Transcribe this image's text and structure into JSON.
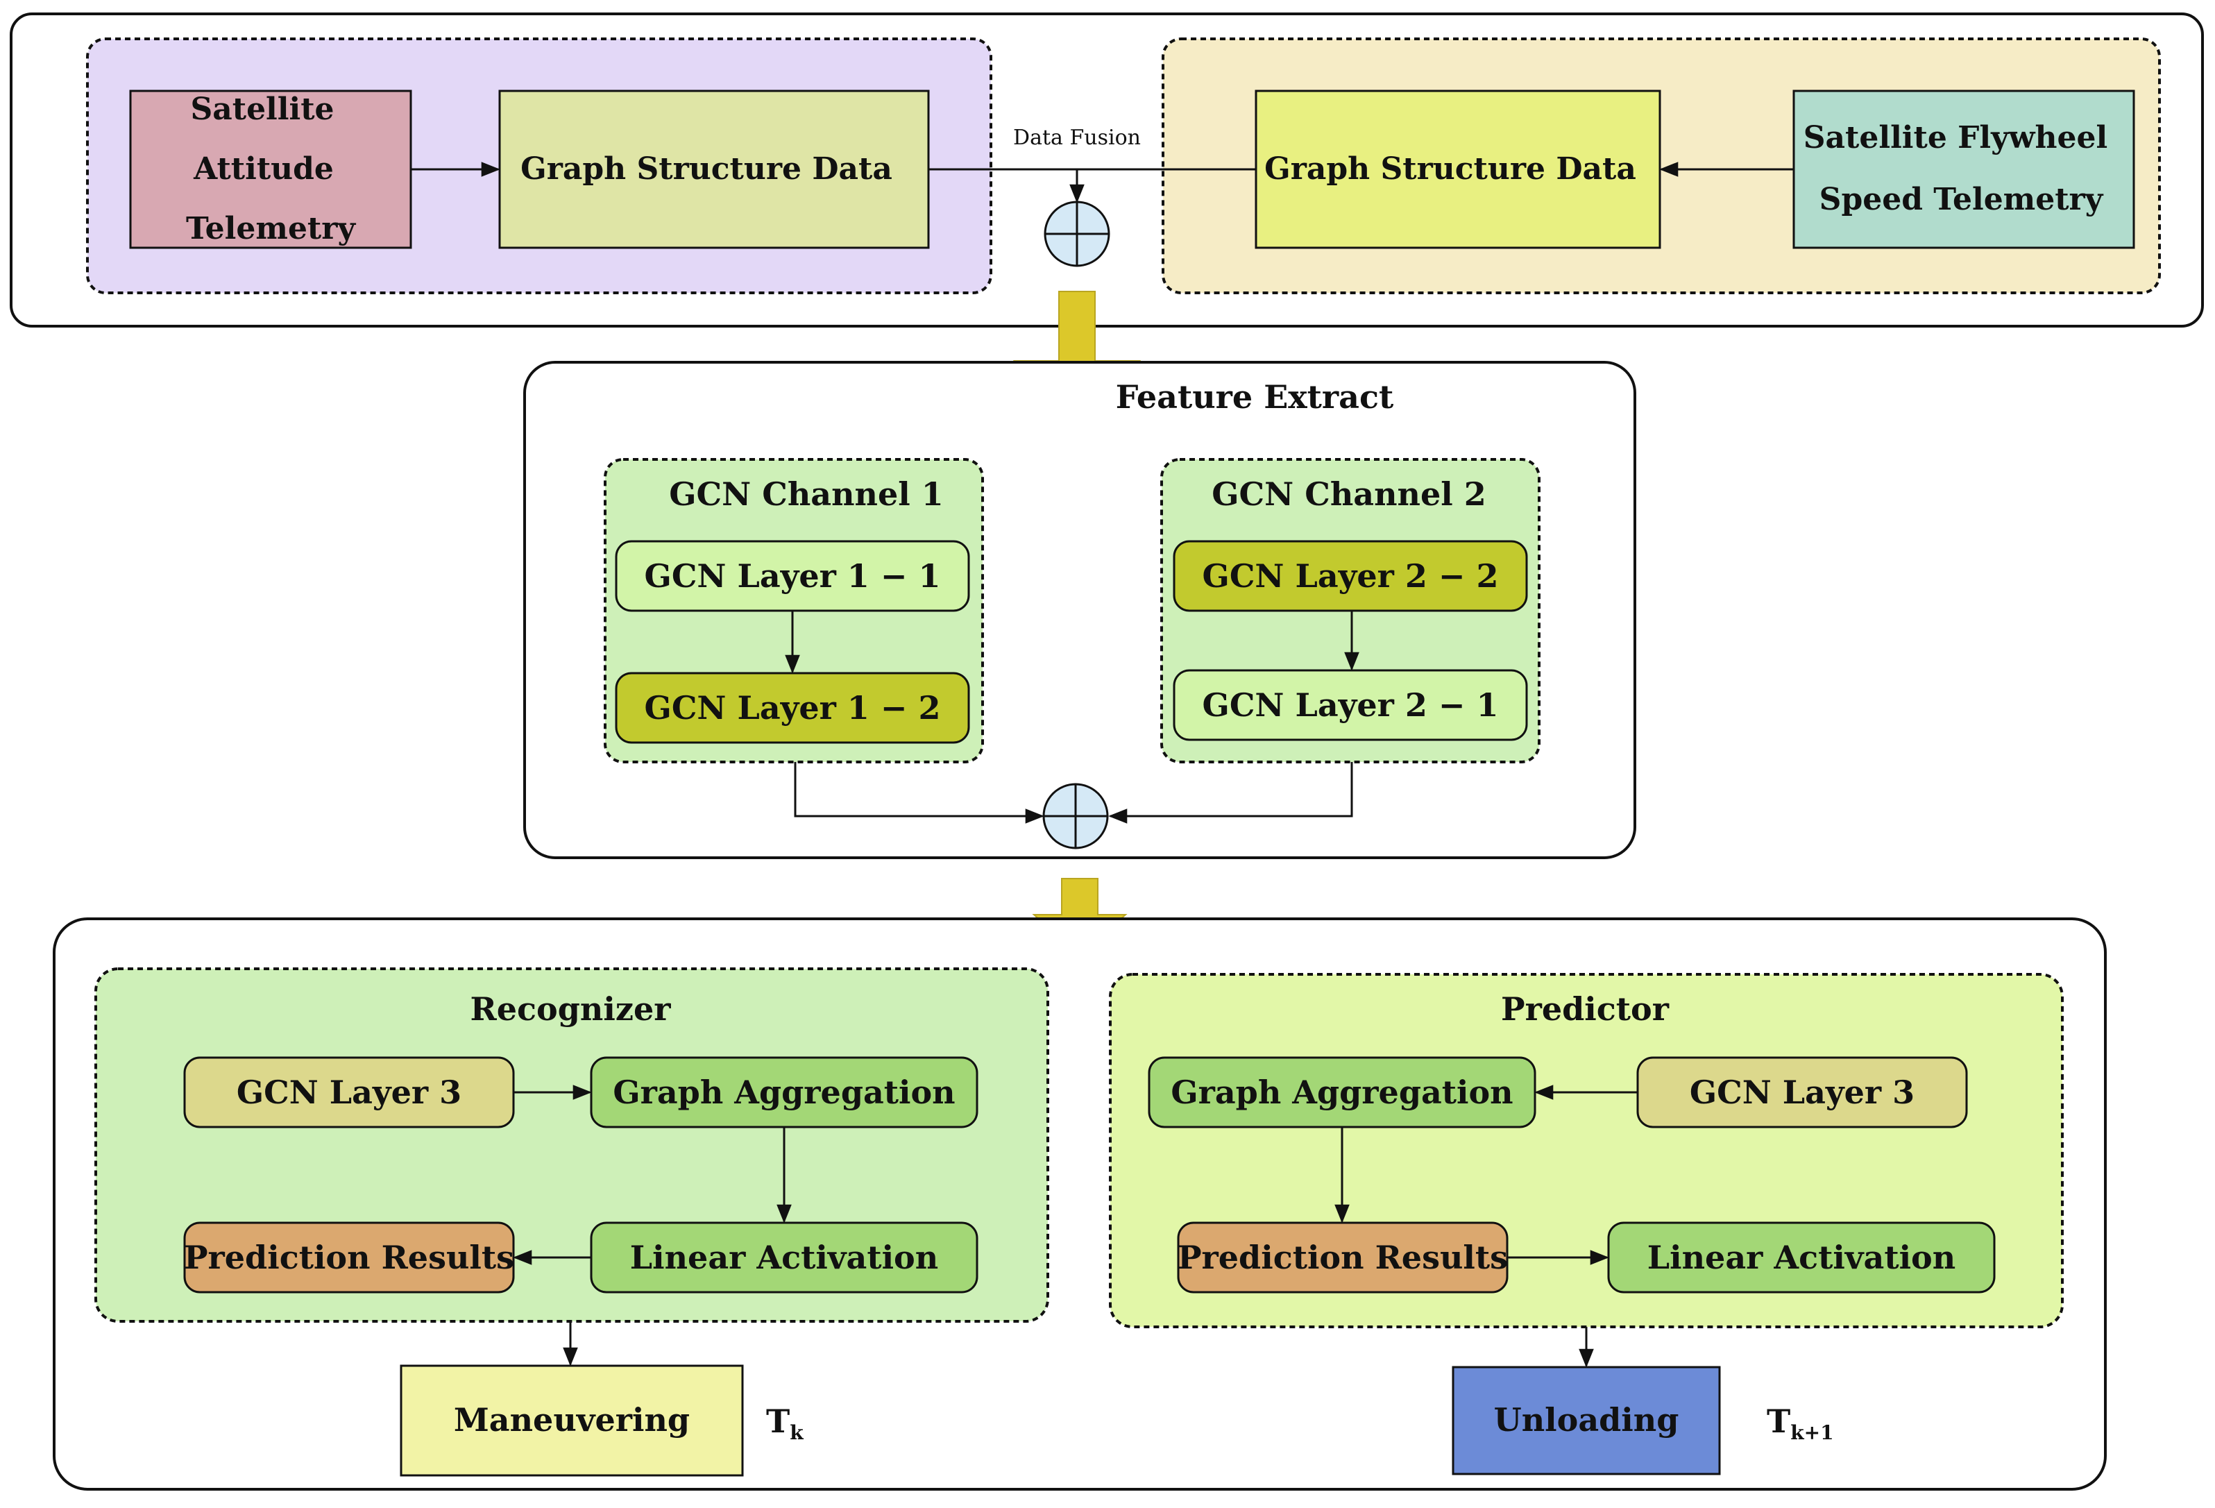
{
  "top": {
    "left_group": {
      "source_line1": "Satellite",
      "source_line2": "Attitude",
      "source_line3": "Telemetry",
      "graph_label": "Graph Structure Data"
    },
    "fusion_label": "Data Fusion",
    "right_group": {
      "graph_label": "Graph Structure Data",
      "source_line1": "Satellite Flywheel",
      "source_line2": "Speed Telemetry"
    }
  },
  "feature": {
    "title": "Feature Extract",
    "channel1": {
      "title": "GCN Channel 1",
      "layer_a": "GCN Layer 1 − 1",
      "layer_b": "GCN Layer 1 − 2"
    },
    "channel2": {
      "title": "GCN Channel 2",
      "layer_a": "GCN Layer 2 − 2",
      "layer_b": "GCN Layer 2 − 1"
    }
  },
  "bottom": {
    "recognizer": {
      "title": "Recognizer",
      "gcn": "GCN Layer 3",
      "aggregation": "Graph Aggregation",
      "results": "Prediction Results",
      "activation": "Linear Activation",
      "output": "Maneuvering",
      "time": "T",
      "time_sub": "k"
    },
    "predictor": {
      "title": "Predictor",
      "aggregation": "Graph Aggregation",
      "gcn": "GCN Layer 3",
      "results": "Prediction Results",
      "activation": "Linear Activation",
      "output": "Unloading",
      "time": "T",
      "time_sub": "k+1"
    }
  },
  "colors": {
    "purple_bg": "#e3d8f7",
    "beige_bg": "#f6ecc6",
    "pink_box": "#d8a8b2",
    "olive_box": "#dfe5a6",
    "yellow_box": "#e8f081",
    "teal_box": "#b1dccd",
    "green_bg": "#cef0b8",
    "light_green_box": "#d2f4a8",
    "olive_dark_box": "#c2ca2e",
    "predictor_bg": "#e2f7a8",
    "gcn3_box": "#dcd88c",
    "agg_box": "#a3d776",
    "results_box": "#dba86f",
    "maneuver_box": "#f2f3a6",
    "unload_box": "#6c8bd7",
    "arrow_yellow": "#dcc82a",
    "plus_fill": "#d5e9f6"
  }
}
